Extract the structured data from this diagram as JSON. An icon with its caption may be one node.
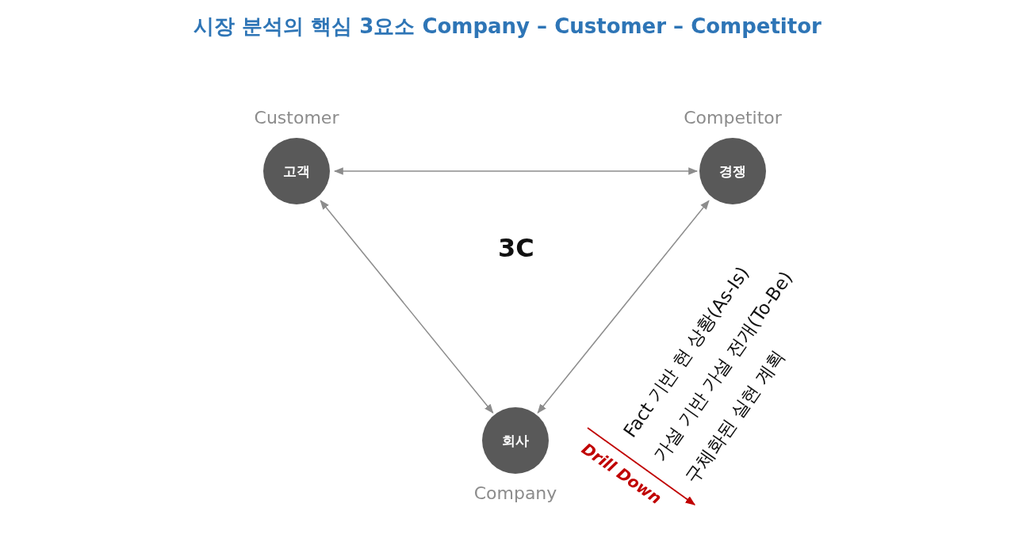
{
  "diagram": {
    "title": "시장 분석의 핵심 3요소 Company – Customer – Competitor",
    "nodes": [
      {
        "text": [
          "고객"
        ],
        "beside": [
          "Customer"
        ]
      },
      {
        "text": [
          "경쟁"
        ],
        "beside": [
          "Competitor"
        ]
      },
      {
        "text": [
          "회사"
        ],
        "beside": [
          "Company"
        ]
      }
    ],
    "edges": [
      {
        "from": 0,
        "to": 1,
        "arrow": "both"
      },
      {
        "from": 0,
        "to": 2,
        "arrow": "both"
      },
      {
        "from": 1,
        "to": 2,
        "arrow": "both"
      }
    ],
    "labels": [
      "3C",
      "Fact 기반 현 상황(As-Is)",
      "가설 기반 가설 전개(To-Be)",
      "구체화된 실현 계획",
      "Drill Down"
    ]
  }
}
